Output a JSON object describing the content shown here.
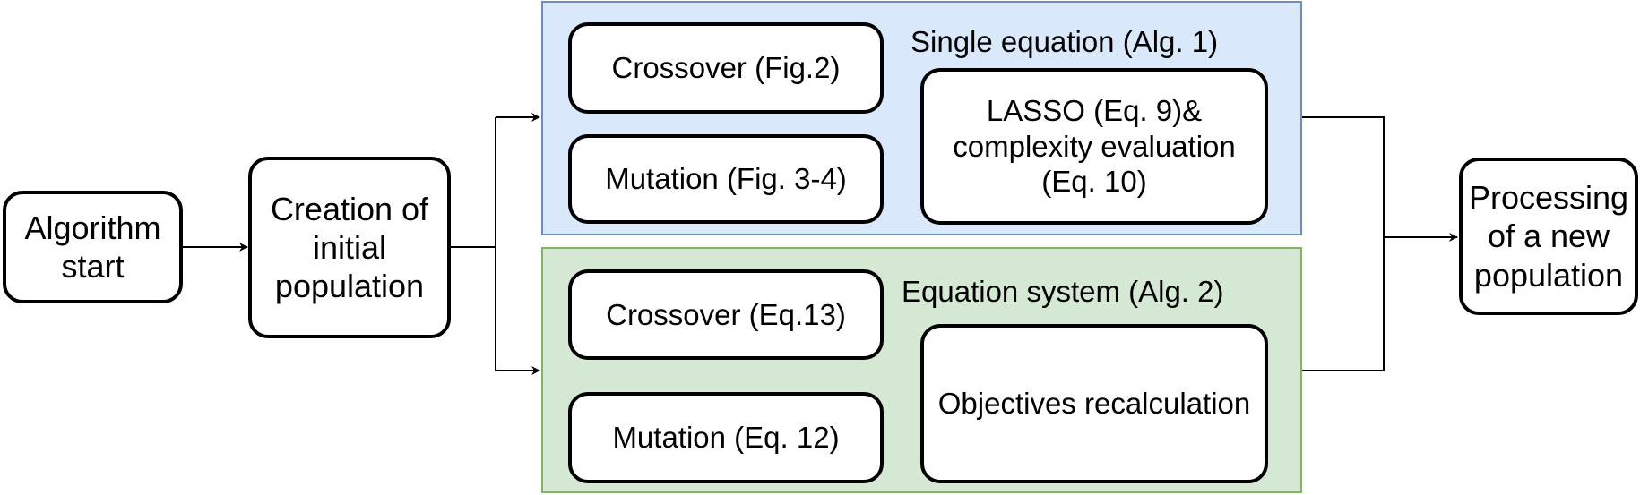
{
  "diagram": {
    "nodes": {
      "algorithm_start": "Algorithm start",
      "creation_initial_population": "Creation of initial population",
      "processing_new_population": "Processing of a new population"
    },
    "single_equation": {
      "title": "Single equation (Alg. 1)",
      "crossover": "Crossover (Fig.2)",
      "mutation": "Mutation (Fig. 3-4)",
      "evaluation": "LASSO (Eq. 9)& complexity evaluation (Eq. 10)"
    },
    "equation_system": {
      "title": "Equation system (Alg. 2)",
      "crossover": "Crossover (Eq.13)",
      "mutation": "Mutation (Eq. 12)",
      "recalculation": "Objectives recalculation"
    },
    "colors": {
      "single_equation_fill": "#dae8fc",
      "single_equation_border": "#6c8ebf",
      "equation_system_fill": "#d5e8d4",
      "equation_system_border": "#82b366",
      "stroke": "#000000"
    }
  }
}
